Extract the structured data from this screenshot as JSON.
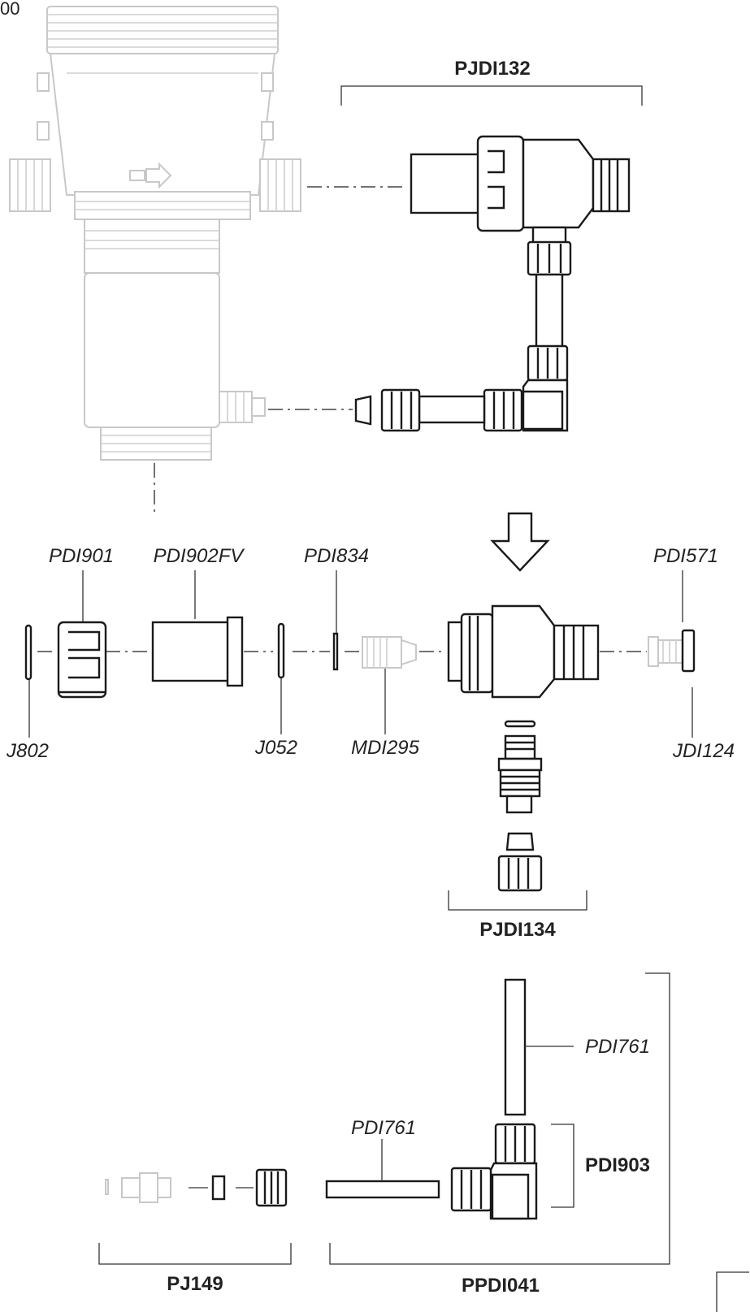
{
  "diagram": {
    "corner_text": "00",
    "assemblies": {
      "pjdi132": "PJDI132",
      "pjdi134": "PJDI134",
      "pj149": "PJ149",
      "ppdi041": "PPDI041",
      "pdi903": "PDI903"
    },
    "parts": {
      "pdi901": "PDI901",
      "pdi902fv": "PDI902FV",
      "pdi834": "PDI834",
      "pdi571": "PDI571",
      "j802": "J802",
      "j052": "J052",
      "mdi295": "MDI295",
      "jdi124": "JDI124",
      "pdi761_vertical": "PDI761",
      "pdi761_horizontal": "PDI761"
    },
    "colors": {
      "ink": "#1a1a1a",
      "ghost": "#c8c8c8",
      "background": "#ffffff"
    }
  }
}
